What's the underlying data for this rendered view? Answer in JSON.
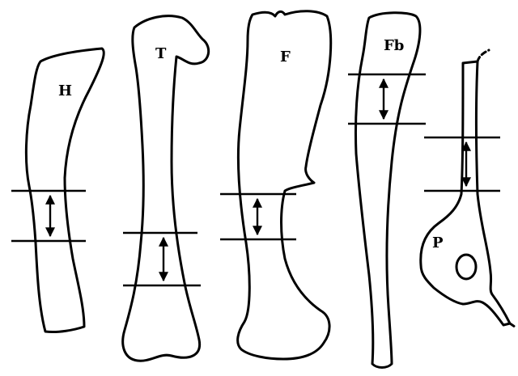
{
  "labels": {
    "humerus": "H",
    "tibia": "T",
    "femur": "F",
    "fibula": "Fb",
    "pelvis": "P"
  }
}
